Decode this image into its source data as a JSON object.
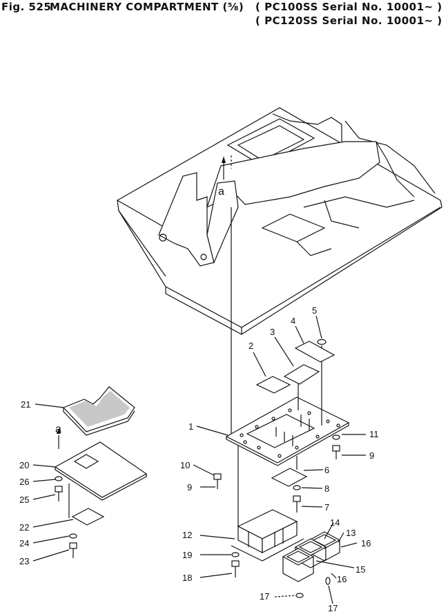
{
  "header": {
    "fig_label": "Fig. 525",
    "title": "MACHINERY COMPARTMENT (⅝)",
    "serial_line_1": "( PC100SS Serial No. 10001~ )",
    "serial_line_2": "( PC120SS Serial No. 10001~ )"
  },
  "diagram": {
    "view_marker": "a",
    "callouts": [
      {
        "id": "c1",
        "text": "1"
      },
      {
        "id": "c2",
        "text": "2"
      },
      {
        "id": "c3",
        "text": "3"
      },
      {
        "id": "c4",
        "text": "4"
      },
      {
        "id": "c5",
        "text": "5"
      },
      {
        "id": "c6",
        "text": "6"
      },
      {
        "id": "c7",
        "text": "7"
      },
      {
        "id": "c8",
        "text": "8"
      },
      {
        "id": "c9a",
        "text": "9"
      },
      {
        "id": "c9b",
        "text": "9"
      },
      {
        "id": "c10",
        "text": "10"
      },
      {
        "id": "c11",
        "text": "11"
      },
      {
        "id": "c12",
        "text": "12"
      },
      {
        "id": "c13",
        "text": "13"
      },
      {
        "id": "c14",
        "text": "14"
      },
      {
        "id": "c15",
        "text": "15"
      },
      {
        "id": "c16a",
        "text": "16"
      },
      {
        "id": "c16b",
        "text": "16"
      },
      {
        "id": "c17a",
        "text": "17"
      },
      {
        "id": "c17b",
        "text": "17"
      },
      {
        "id": "c18",
        "text": "18"
      },
      {
        "id": "c19",
        "text": "19"
      },
      {
        "id": "c20",
        "text": "20"
      },
      {
        "id": "c21",
        "text": "21"
      },
      {
        "id": "c22",
        "text": "22"
      },
      {
        "id": "c23",
        "text": "23"
      },
      {
        "id": "c24",
        "text": "24"
      },
      {
        "id": "c25",
        "text": "25"
      },
      {
        "id": "c26",
        "text": "26"
      }
    ]
  }
}
